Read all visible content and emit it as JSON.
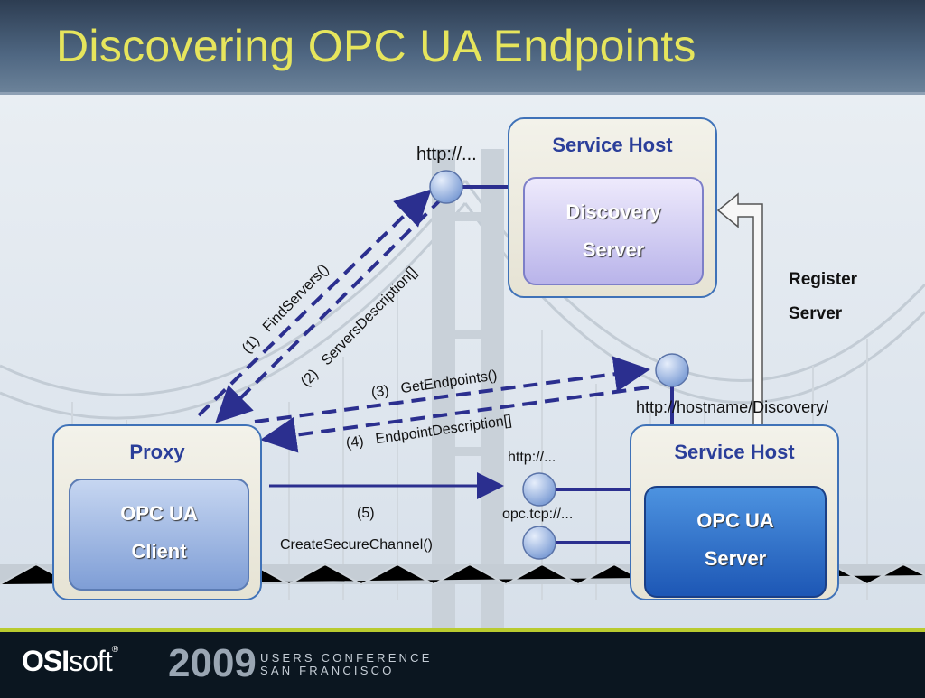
{
  "slide": {
    "title": "Discovering OPC UA Endpoints"
  },
  "discovery_host": {
    "title": "Service Host",
    "inner_line1": "Discovery",
    "inner_line2": "Server",
    "endpoint_label": "http://..."
  },
  "proxy": {
    "title": "Proxy",
    "inner_line1": "OPC UA",
    "inner_line2": "Client"
  },
  "server_host": {
    "title": "Service Host",
    "inner_line1": "OPC UA",
    "inner_line2": "Server",
    "http_label": "http://...",
    "tcp_label": "opc.tcp://...",
    "discovery_url": "http://hostname/Discovery/"
  },
  "register": {
    "line1": "Register",
    "line2": "Server"
  },
  "steps": {
    "s1_num": "(1)",
    "s1_text": "FindServers()",
    "s2_num": "(2)",
    "s2_text": "ServersDescription[]",
    "s3_num": "(3)",
    "s3_text": "GetEndpoints()",
    "s4_num": "(4)",
    "s4_text": "EndpointDescription[]",
    "s5_num": "(5)",
    "s5_text": "CreateSecureChannel()"
  },
  "footer": {
    "brand_bold": "OSI",
    "brand_light": "soft",
    "brand_mark": "®",
    "year": "2009",
    "conf_line1": "USERS CONFERENCE",
    "conf_line2": "SAN FRANCISCO"
  },
  "colors": {
    "title_yellow": "#e6e55c",
    "arrow_navy": "#2b2f8f",
    "box_border": "#3f72b8",
    "footer_accent": "#b9cb2f"
  }
}
